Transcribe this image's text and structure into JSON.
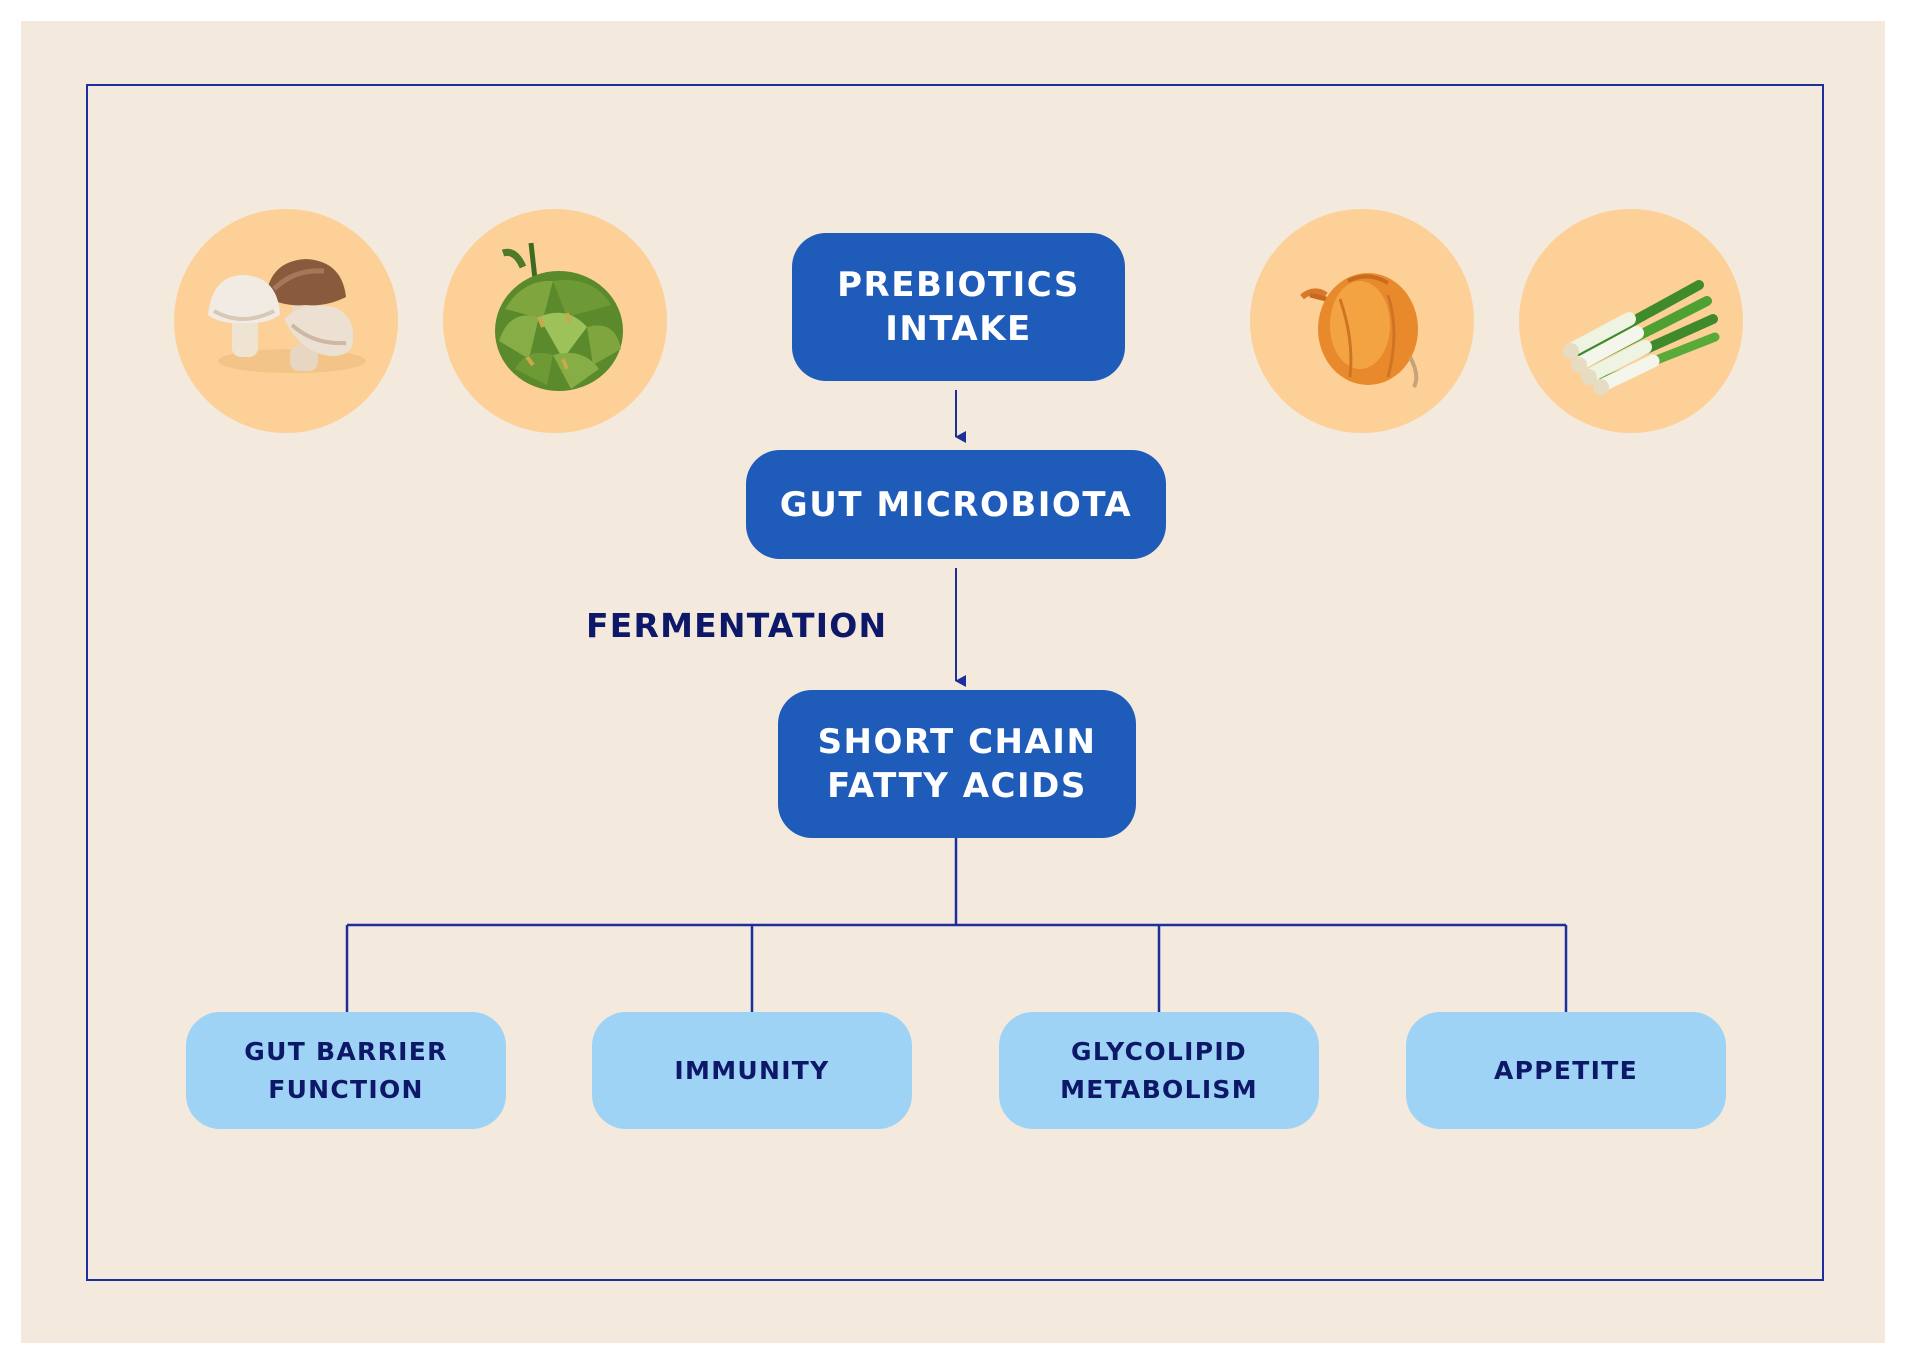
{
  "diagram": {
    "nodes": {
      "prebiotics": "PREBIOTICS\nINTAKE",
      "microbiota": "GUT MICROBIOTA",
      "scfa": "SHORT CHAIN\nFATTY ACIDS",
      "barrier": "GUT BARRIER\nFUNCTION",
      "immunity": "IMMUNITY",
      "glycolipid": "GLYCOLIPID\nMETABOLISM",
      "appetite": "APPETITE"
    },
    "edge_label": "FERMENTATION",
    "foods": [
      "mushroom-icon",
      "artichoke-icon",
      "onion-icon",
      "spring-onion-icon"
    ],
    "colors": {
      "background": "#f3e9dc",
      "frame": "#1d2f9c",
      "dark_node": "#1f5bb8",
      "light_node": "#9fd3f5",
      "food_circle": "#fdd097",
      "label_text": "#0e1868"
    }
  }
}
